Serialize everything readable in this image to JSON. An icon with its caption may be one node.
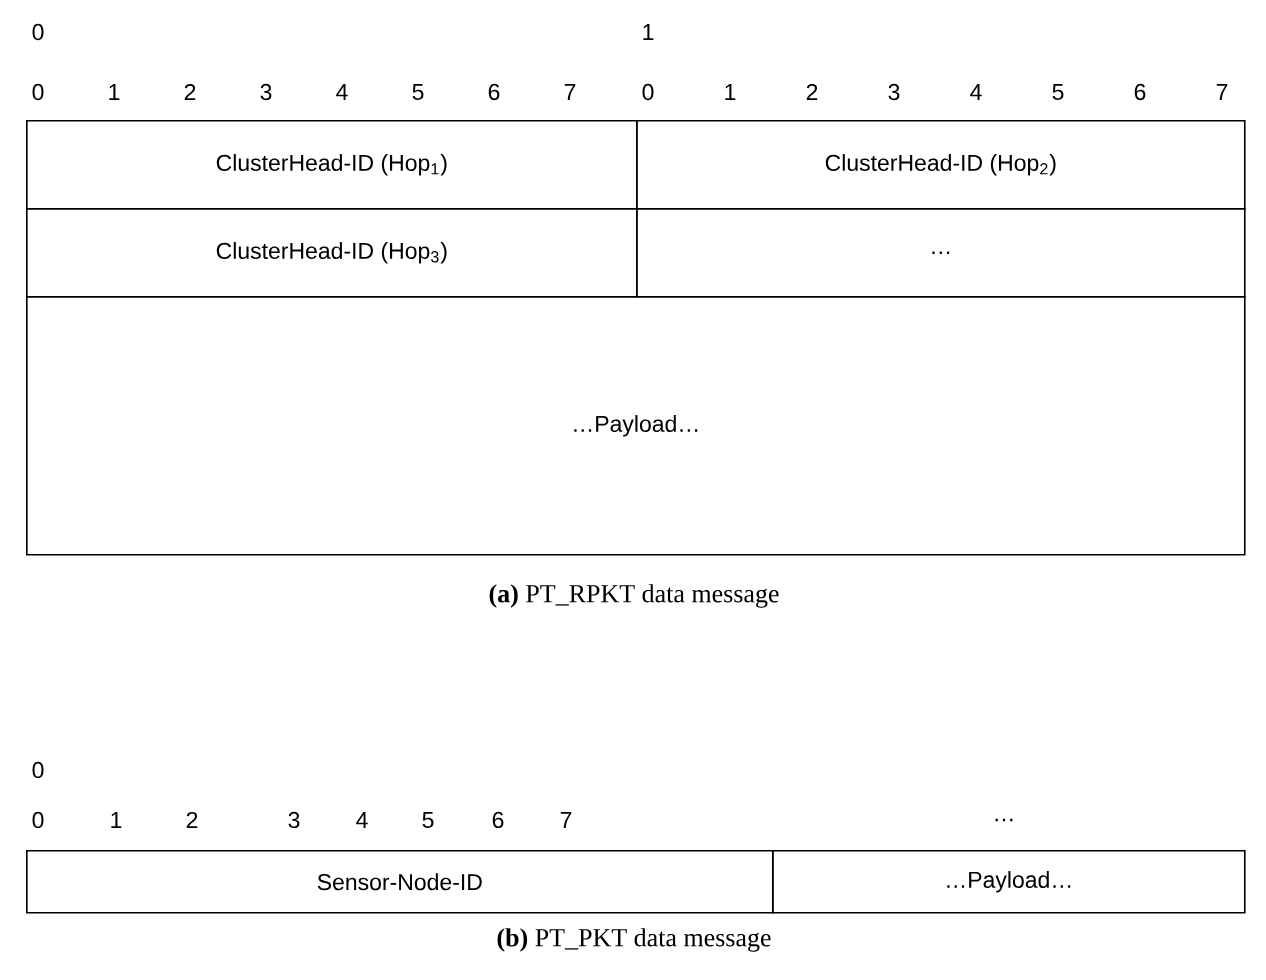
{
  "diagram": {
    "nodes": [
      {
        "text": [
          "ClusterHead-ID (Hop$_{1}$)"
        ]
      },
      {
        "text": [
          "ClusterHead-ID (Hop$_{2}$)"
        ]
      },
      {
        "text": [
          "ClusterHead-ID (Hop$_{3}$)"
        ]
      },
      {
        "text": [
          "…"
        ]
      },
      {
        "text": [
          "…Payload…"
        ]
      },
      {
        "text": [
          "Sensor-Node-ID"
        ]
      },
      {
        "text": [
          "…Payload…"
        ]
      }
    ],
    "labels": [
      "0",
      "1",
      "0",
      "1",
      "2",
      "3",
      "4",
      "5",
      "6",
      "7",
      "0",
      "1",
      "2",
      "3",
      "4",
      "5",
      "6",
      "7",
      "**(a)** PT_RPKT data message",
      "0",
      "0",
      "1",
      "2",
      "3",
      "4",
      "5",
      "6",
      "7",
      "…",
      "**(b)** PT_PKT data message"
    ]
  }
}
